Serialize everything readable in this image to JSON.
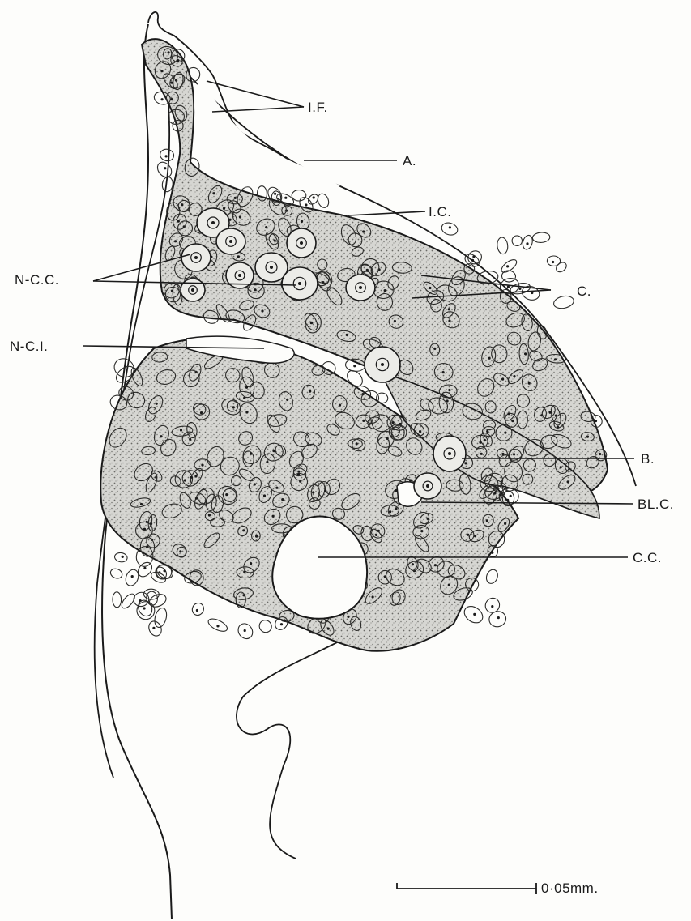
{
  "figure": {
    "labels": {
      "IF": "I.F.",
      "A": "A.",
      "IC": "I.C.",
      "NCC": "N-C.C.",
      "C": "C.",
      "NCI": "N-C.I.",
      "B": "B.",
      "BLC": "BL.C.",
      "CC": "C.C."
    },
    "scale_bar": "0·05mm."
  },
  "colors": {
    "ink": "#1a1a1a",
    "tissue": "#c9c9c5",
    "cell_fill": "#d8d8d4",
    "large_cell": "#ececea",
    "paper": "#fdfdfb"
  }
}
